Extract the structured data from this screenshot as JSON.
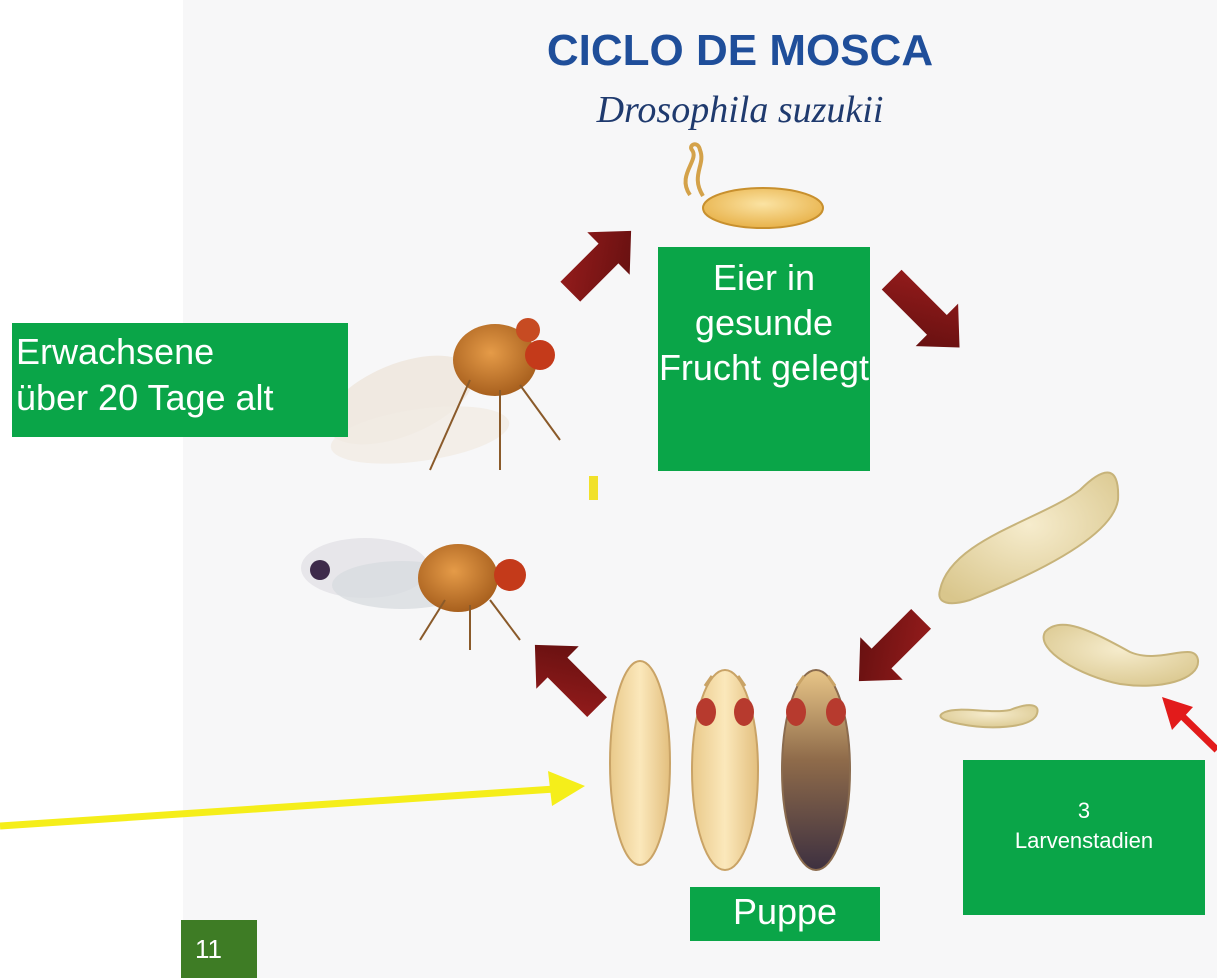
{
  "title": "CICLO DE MOSCA",
  "subtitle": "Drosophila suzukii",
  "labels": {
    "eggs": "Eier in gesunde Frucht gelegt",
    "adult_line1": "Erwachsene",
    "adult_line2": "über 20 Tage alt",
    "pupa": "Puppe",
    "larva_count": "3",
    "larva_label": "Larvenstadien"
  },
  "page_number": "11",
  "colors": {
    "title_blue": "#1f4e9a",
    "label_green": "#0aa548",
    "page_green": "#3e7c25",
    "cycle_arrow": "#7a1414",
    "yellow_arrow": "#f5ee1a",
    "red_arrow": "#e21b1b"
  },
  "icons": {
    "cycle_arrows": "dark-red-block-arrow",
    "pointer_arrows": [
      "yellow-arrow",
      "red-arrow"
    ]
  }
}
